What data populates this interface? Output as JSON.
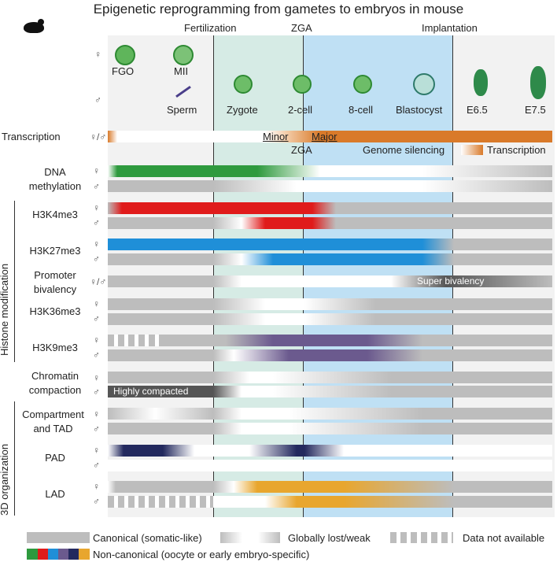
{
  "title": "Epigenetic reprogramming from gametes to embryos in mouse",
  "events": {
    "fertilization": "Fertilization",
    "zga": "ZGA",
    "implantation": "Implantation"
  },
  "sex": {
    "female": "♀",
    "male": "♂",
    "both": "♀/♂"
  },
  "stages": {
    "fgo": "FGO",
    "mii": "MII",
    "sperm": "Sperm",
    "zygote": "Zygote",
    "two_cell": "2-cell",
    "eight_cell": "8-cell",
    "blastocyst": "Blastocyst",
    "e65": "E6.5",
    "e75": "E7.5"
  },
  "transcription": {
    "label": "Transcription",
    "minor": "Minor",
    "major": "Major",
    "zga": "ZGA",
    "silencing": "Genome silencing",
    "legend": "Transcription"
  },
  "rows": {
    "dna_methylation": "DNA methylation",
    "h3k4me3": "H3K4me3",
    "h3k27me3": "H3K27me3",
    "promoter_bivalency": "Promoter bivalency",
    "h3k36me3": "H3K36me3",
    "h3k9me3": "H3K9me3",
    "chromatin_compaction": "Chromatin compaction",
    "compartment_tad": "Compartment and TAD",
    "pad": "PAD",
    "lad": "LAD"
  },
  "tags": {
    "super_bivalency": "Super bivalency",
    "highly_compacted": "Highly compacted"
  },
  "groups": {
    "histone": "Histone modification",
    "org3d": "3D organization"
  },
  "legend": {
    "canonical": "Canonical (somatic-like)",
    "lost": "Globally lost/weak",
    "na": "Data not available",
    "noncanonical": "Non-canonical (oocyte or early embryo-specific)"
  },
  "colors": {
    "green": "#2e9a3e",
    "red": "#e01b1b",
    "blue": "#1f8fd8",
    "purple": "#6b5a8e",
    "navy": "#23295e",
    "orange": "#e8a62e",
    "transcription": "#d97a2a",
    "zygote_zone": "#d6ebe5",
    "embryo_zone": "#bfe0f4",
    "gray": "#bdbdbd"
  }
}
